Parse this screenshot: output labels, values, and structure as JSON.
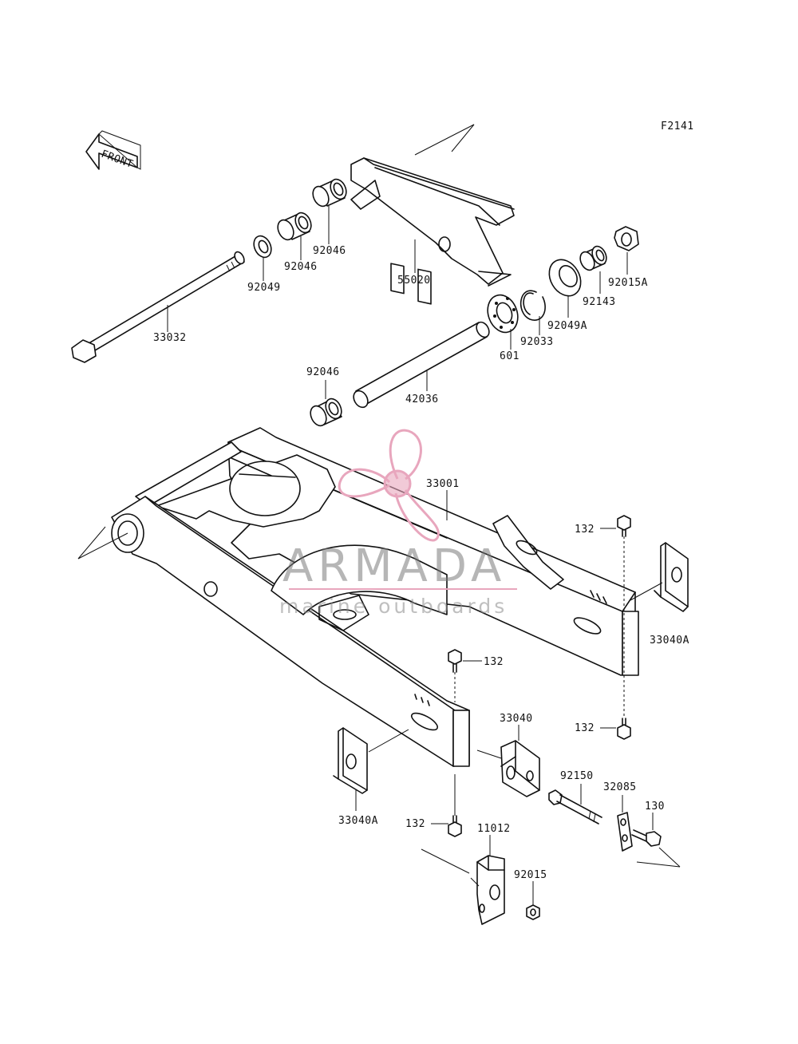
{
  "figure_code": "F2141",
  "front_label": "FRONT",
  "parts": {
    "p33032": "33032",
    "p92049": "92049",
    "p92046_a": "92046",
    "p92046_b": "92046",
    "p92046_c": "92046",
    "p55020": "55020",
    "p42036": "42036",
    "p601": "601",
    "p92033": "92033",
    "p92049A": "92049A",
    "p92143": "92143",
    "p92015A": "92015A",
    "p33001": "33001",
    "p132_a": "132",
    "p132_b": "132",
    "p132_c": "132",
    "p132_d": "132",
    "p33040A_a": "33040A",
    "p33040A_b": "33040A",
    "p33040": "33040",
    "p92150": "92150",
    "p32085": "32085",
    "p130": "130",
    "p11012": "11012",
    "p92015": "92015"
  },
  "watermark": {
    "brand": "ARMADA",
    "tagline": "marine outboards",
    "color": "#e8a6bd"
  }
}
